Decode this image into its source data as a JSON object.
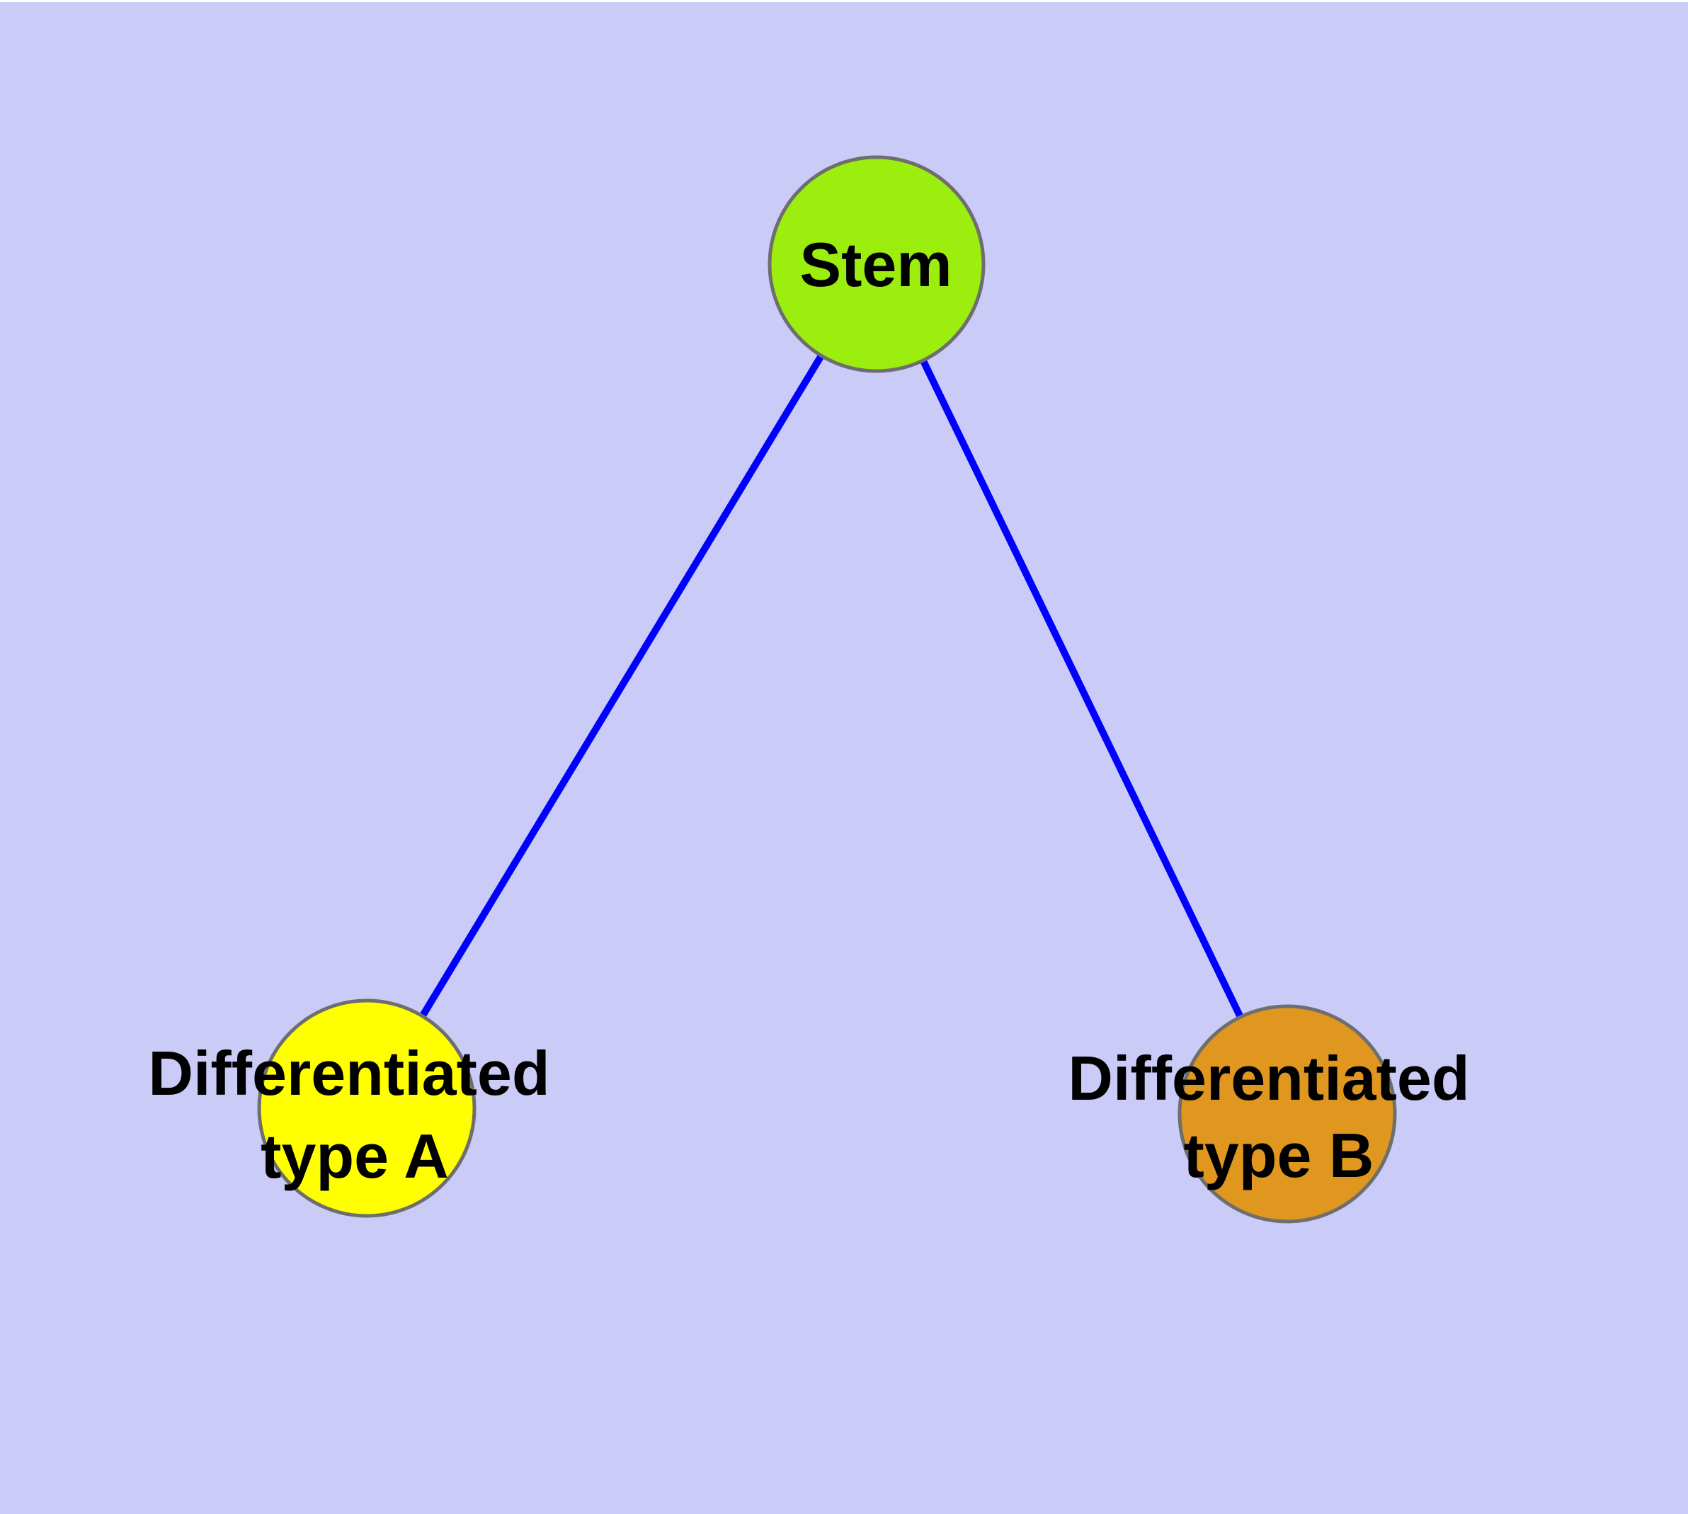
{
  "diagram": {
    "title": "",
    "background_color": "#CBCBF7",
    "top_strip_color": "#FFFFFF",
    "edge_color": "#0000FF",
    "node_border_color": "#6E6E6E",
    "label_color": "#000000",
    "nodes": {
      "stem": {
        "label": "Stem",
        "fill": "#9BEE0E"
      },
      "diff_a": {
        "label_line1": "Differentiated",
        "label_line2": "type A",
        "fill": "#FFFF00"
      },
      "diff_b": {
        "label_line1": "Differentiated",
        "label_line2": "type B",
        "fill": "#E0971F"
      }
    },
    "edges": [
      {
        "from": "stem",
        "to": "diff_a"
      },
      {
        "from": "stem",
        "to": "diff_b"
      }
    ]
  }
}
